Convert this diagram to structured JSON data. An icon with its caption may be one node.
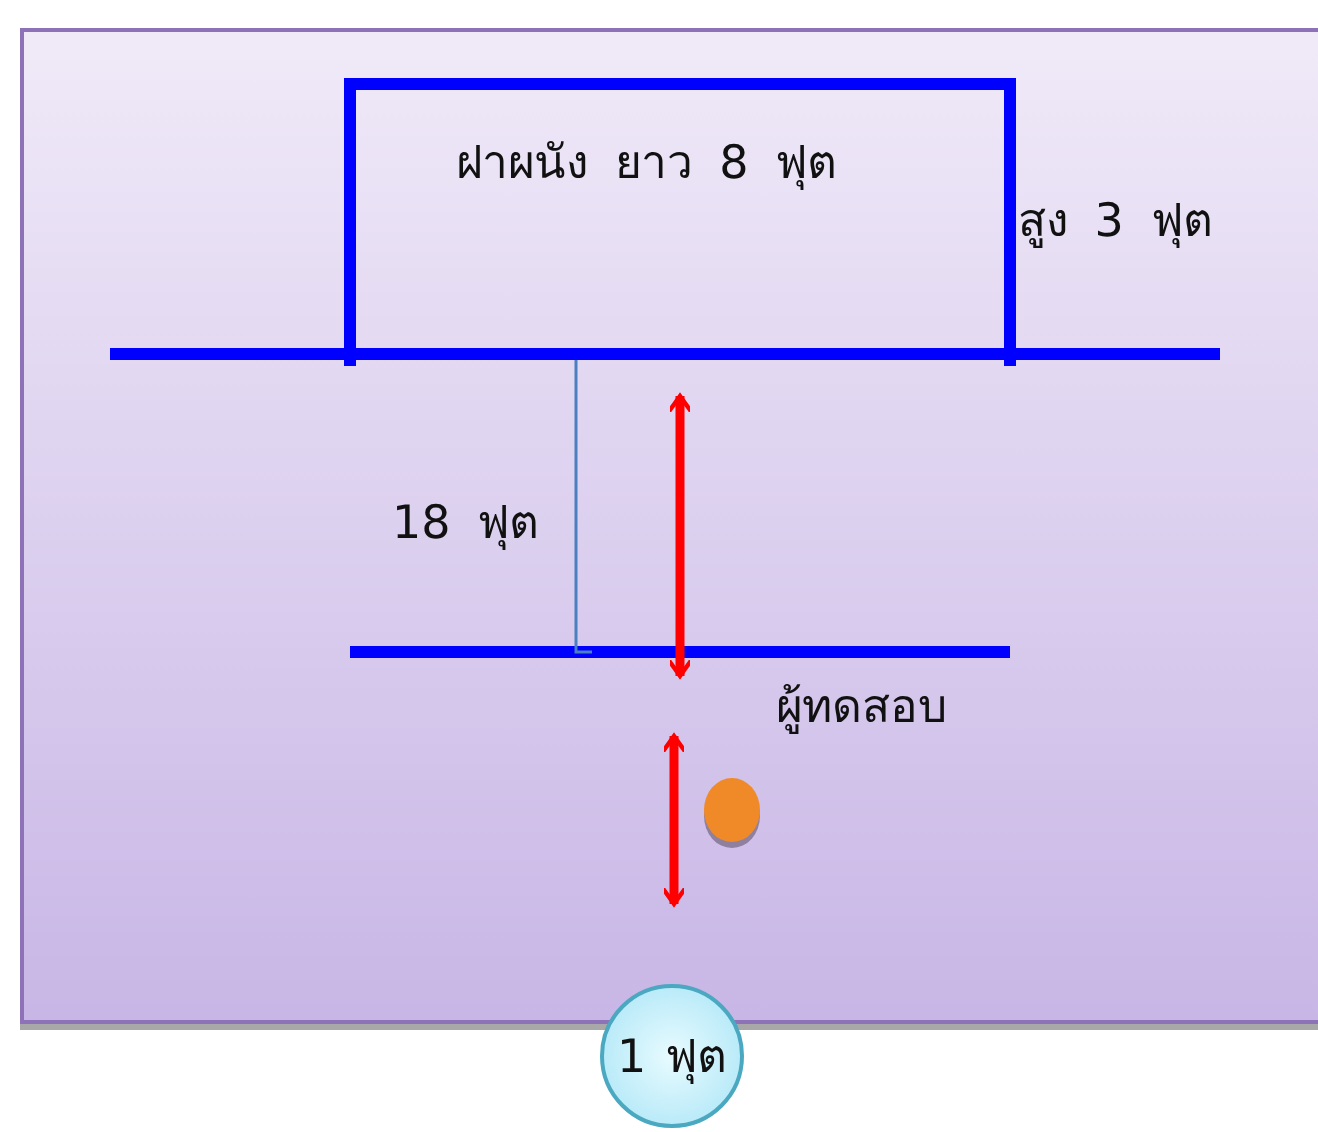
{
  "diagram": {
    "nodes": [
      {
        "text": [
          "ฝาผนัง ยาว 8 ฟุต"
        ],
        "beside": [
          "สูง 3 ฟุต"
        ]
      },
      {
        "text": [
          "1 ฟุต"
        ]
      }
    ],
    "labels": [
      "18 ฟุต",
      "ผู้ทดสอบ"
    ]
  }
}
